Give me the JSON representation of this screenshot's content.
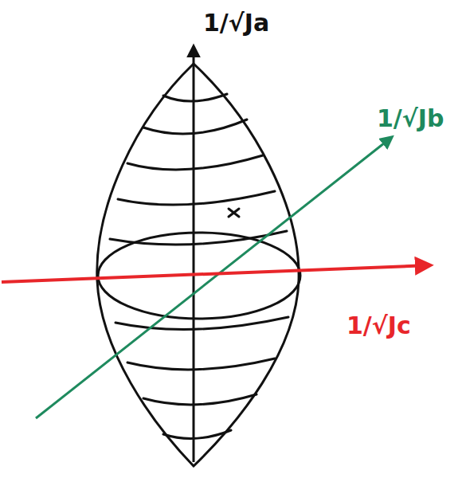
{
  "diagram": {
    "labels": [
      "1/√Ja",
      "1/√Jb",
      "1/√Jc"
    ]
  }
}
